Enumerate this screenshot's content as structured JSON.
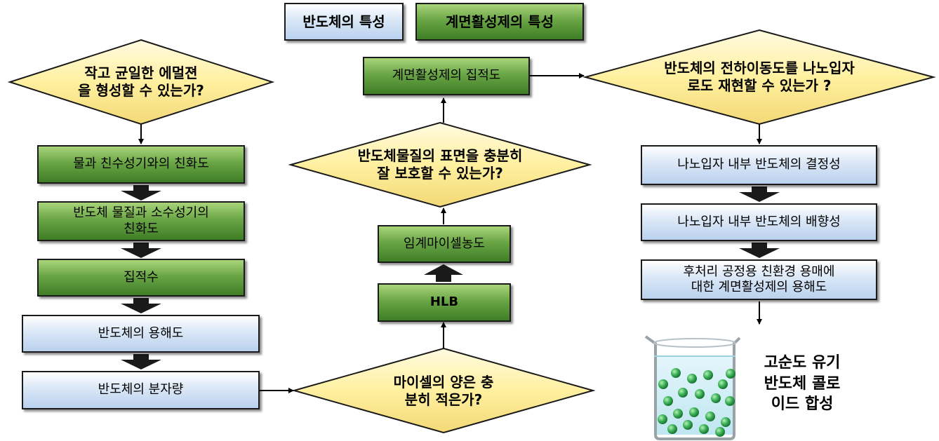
{
  "legend": {
    "semiconductor": "반도체의 특성",
    "surfactant": "계면활성제의 특성"
  },
  "left_column": {
    "decision": "작고 균일한 에멀젼\n을 형성할 수 있는가?",
    "step1": "물과 친수성기와의 친화도",
    "step2": "반도체 물질과 소수성기의\n친화도",
    "step3": "집적수",
    "step4": "반도체의 용해도",
    "step5": "반도체의 분자량"
  },
  "middle_column": {
    "decision_bottom": "마이셀의 양은 충\n분히 적은가?",
    "hlb": "HLB",
    "cmc": "임계마이셀농도",
    "decision_top": "반도체물질의 표면을 충분히\n잘 보호할 수 있는가?",
    "packing": "계면활성제의 집적도"
  },
  "right_column": {
    "decision": "반도체의 전하이동도를 나노입자\n로도 재현할 수 있는가 ?",
    "step1": "나노입자 내부 반도체의 결정성",
    "step2": "나노입자 내부 반도체의 배향성",
    "step3": "후처리 공정용 친환경 용매에\n대한 계면활성제의 용해도",
    "final": "고순도 유기\n반도체 콜로\n이드 합성"
  },
  "icons": {
    "beaker": "beaker-with-green-nanoparticles-icon"
  },
  "colors": {
    "green_box": "#5a9a3a",
    "blue_box": "#cfe0f4",
    "diamond_fill": "#fff2a8",
    "block_arrow": "#1a1a1a"
  }
}
